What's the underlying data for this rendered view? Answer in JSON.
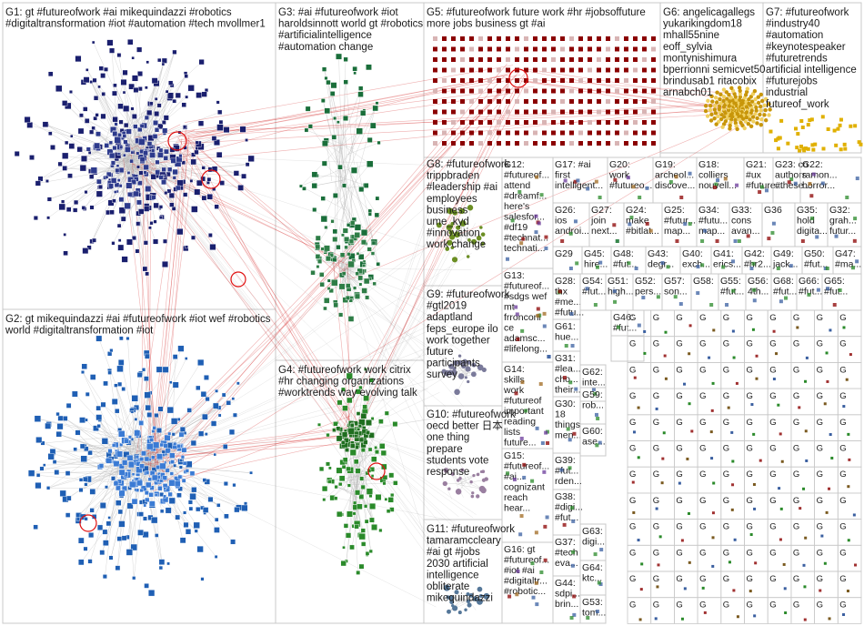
{
  "main_groups": [
    {
      "id": "G1",
      "lines": [
        "G1: gt #futureofwork #ai mikequindazzi #robotics",
        "#digitaltransformation #iot #automation #tech mvollmer1"
      ]
    },
    {
      "id": "G2",
      "lines": [
        "G2: gt mikequindazzi #ai #futureofwork #iot wef #robotics",
        "world #digitaltransformation #iot"
      ]
    },
    {
      "id": "G3",
      "lines": [
        "G3: #ai #futureofwork #iot",
        "haroldsinnott world gt #robotics",
        "#artificialintelligence",
        "#automation change"
      ]
    },
    {
      "id": "G4",
      "lines": [
        "G4: #futureofwork work citrix",
        "#hr changing organizations",
        "#worktrends way evolving talk"
      ]
    },
    {
      "id": "G5",
      "lines": [
        "G5: #futureofwork future work #hr #jobsoffuture",
        "more jobs business gt #ai"
      ]
    },
    {
      "id": "G6",
      "lines": [
        "G6: angelicagallegs",
        "yukarikingdom18",
        "mhall55nine",
        "eoff_sylvia",
        "montynishimura",
        "bperrionni semicvet50",
        "brindusab1 ritacobix",
        "arnabch01"
      ]
    },
    {
      "id": "G7",
      "lines": [
        "G7: #futureofwork",
        "#industry40",
        "#automation",
        "#keynotespeaker",
        "#futuretrends",
        "artificial intelligence",
        "#futurejobs",
        "industrial",
        "futureof_work"
      ]
    },
    {
      "id": "G8",
      "lines": [
        "G8: #futureofwork",
        "trippbraden",
        "#leadership #ai",
        "employees",
        "business",
        "ume_kyd",
        "#innovation",
        "work change"
      ]
    },
    {
      "id": "G9",
      "lines": [
        "G9: #futureofwork",
        "#gtl2019",
        "adaptland",
        "feps_europe ilo",
        "work together",
        "future",
        "participants",
        "survey"
      ]
    },
    {
      "id": "G10",
      "lines": [
        "G10: #futureofwork",
        "oecd better 日本",
        "one thing",
        "prepare",
        "students vote",
        "response"
      ]
    },
    {
      "id": "G11",
      "lines": [
        "G11: #futureofwork",
        "tamaramccleary",
        "#ai gt #jobs",
        "2030 artificial",
        "intelligence",
        "obliterate",
        "mikequindazzi"
      ]
    }
  ],
  "small_groups": [
    {
      "id": "G12",
      "lines": [
        "G12:",
        "#futureof...",
        "attend",
        "#dreamf...",
        "here's",
        "salesfor...",
        "#df19",
        "#technat...",
        "technati..."
      ]
    },
    {
      "id": "G13",
      "lines": [
        "G13:",
        "#futureof...",
        "#sdgs wef",
        "mt",
        "frronconi",
        "ce",
        "adamsc...",
        "#lifelong..."
      ]
    },
    {
      "id": "G14",
      "lines": [
        "G14:",
        "skills",
        "work",
        "#futureof",
        "important",
        "reading",
        "lists",
        "future..."
      ]
    },
    {
      "id": "G15",
      "lines": [
        "G15:",
        "#futureof...",
        "#ai...",
        "cognizant",
        "reach",
        "hear..."
      ]
    },
    {
      "id": "G16",
      "lines": [
        "G16: gt",
        "#futureof...",
        "#iot #ai",
        "#digitaltr...",
        "#robotic..."
      ]
    },
    {
      "id": "G17",
      "lines": [
        "G17: #ai",
        "first",
        "intelligent..."
      ]
    },
    {
      "id": "G18",
      "lines": [
        "G18:",
        "colliers",
        "nouvell..."
      ]
    },
    {
      "id": "G19",
      "lines": [
        "G19:",
        "archeol...",
        "discove..."
      ]
    },
    {
      "id": "G20",
      "lines": [
        "G20:",
        "work",
        "#futureo..."
      ]
    },
    {
      "id": "G21",
      "lines": [
        "G21:",
        "#ux",
        "#future..."
      ]
    },
    {
      "id": "G22",
      "lines": [
        "G22:",
        "ramon...",
        "horror..."
      ]
    },
    {
      "id": "G23",
      "lines": [
        "G23: co",
        "authors",
        "#these..."
      ]
    },
    {
      "id": "G24",
      "lines": [
        "G24:",
        "make",
        "#bitlat..."
      ]
    },
    {
      "id": "G25",
      "lines": [
        "G25:",
        "#futur...",
        "map..."
      ]
    },
    {
      "id": "G26",
      "lines": [
        "G26:",
        "ios",
        "androi..."
      ]
    },
    {
      "id": "G27",
      "lines": [
        "G27:",
        "join",
        "next..."
      ]
    },
    {
      "id": "G28",
      "lines": [
        "G28:",
        "thx",
        "#me...",
        "#futu..."
      ]
    },
    {
      "id": "G29",
      "lines": [
        "G29"
      ]
    },
    {
      "id": "G30",
      "lines": [
        "G30:",
        "18",
        "things",
        "men..."
      ]
    },
    {
      "id": "G31",
      "lines": [
        "G31:",
        "#lea...",
        "cho...",
        "their..."
      ]
    },
    {
      "id": "G32",
      "lines": [
        "G32:",
        "grah...",
        "futur..."
      ]
    },
    {
      "id": "G33",
      "lines": [
        "G33:",
        "cons",
        "avan..."
      ]
    },
    {
      "id": "G34",
      "lines": [
        "G34:",
        "#futu...",
        "map..."
      ]
    },
    {
      "id": "G35",
      "lines": [
        "G35:",
        "hold",
        "digita..."
      ]
    },
    {
      "id": "G36",
      "lines": [
        "G36"
      ]
    },
    {
      "id": "G37",
      "lines": [
        "G37:",
        "#tech",
        "eva..."
      ]
    },
    {
      "id": "G38",
      "lines": [
        "G38:",
        "#digi...",
        "#fut..."
      ]
    },
    {
      "id": "G39",
      "lines": [
        "G39:",
        "#fut...",
        "rden..."
      ]
    },
    {
      "id": "G40",
      "lines": [
        "G40:",
        "exch..."
      ]
    },
    {
      "id": "G41",
      "lines": [
        "G41:",
        "erics..."
      ]
    },
    {
      "id": "G42",
      "lines": [
        "G42:",
        "#hr2..."
      ]
    },
    {
      "id": "G43",
      "lines": [
        "G43:",
        "degr..."
      ]
    },
    {
      "id": "G44",
      "lines": [
        "G44:",
        "sdpi...",
        "brin..."
      ]
    },
    {
      "id": "G45",
      "lines": [
        "G45:",
        "hire..."
      ]
    },
    {
      "id": "G46",
      "lines": [
        "G46:",
        "#fut..."
      ]
    },
    {
      "id": "G47",
      "lines": [
        "G47:",
        "#ma..."
      ]
    },
    {
      "id": "G48",
      "lines": [
        "G48:",
        "#fut..."
      ]
    },
    {
      "id": "G49",
      "lines": [
        "G49:",
        "jack..."
      ]
    },
    {
      "id": "G50",
      "lines": [
        "G50:",
        "#fut..."
      ]
    },
    {
      "id": "G51",
      "lines": [
        "G51:",
        "high..."
      ]
    },
    {
      "id": "G52",
      "lines": [
        "G52:",
        "pers..."
      ]
    },
    {
      "id": "G53",
      "lines": [
        "G53:",
        "tom..."
      ]
    },
    {
      "id": "G54",
      "lines": [
        "G54:",
        "#fut..."
      ]
    },
    {
      "id": "G55",
      "lines": [
        "G55:",
        "#fut..."
      ]
    },
    {
      "id": "G56",
      "lines": [
        "G56:",
        "4th..."
      ]
    },
    {
      "id": "G57",
      "lines": [
        "G57:",
        "son..."
      ]
    },
    {
      "id": "G58",
      "lines": [
        "G58:"
      ]
    },
    {
      "id": "G59",
      "lines": [
        "G59:",
        "rob..."
      ]
    },
    {
      "id": "G60",
      "lines": [
        "G60:",
        "ase..."
      ]
    },
    {
      "id": "G61",
      "lines": [
        "G61:",
        "hue..."
      ]
    },
    {
      "id": "G62",
      "lines": [
        "G62:",
        "inte..."
      ]
    },
    {
      "id": "G63",
      "lines": [
        "G63:",
        "digi..."
      ]
    },
    {
      "id": "G64",
      "lines": [
        "G64:",
        "ktc..."
      ]
    },
    {
      "id": "G65",
      "lines": [
        "G65:",
        "#fut..."
      ]
    },
    {
      "id": "G66",
      "lines": [
        "G66:",
        "#fut..."
      ]
    },
    {
      "id": "G68",
      "lines": [
        "G68:",
        "#fut..."
      ]
    }
  ],
  "colors": {
    "G1": "#1a1f6e",
    "G2": "#1f5fb4",
    "G3": "#1a6e3a",
    "G4": "#2a8a2a",
    "G5": "#8b0000",
    "G6": "#c8960a",
    "G7": "#e0b000",
    "G8": "#6b8e23",
    "G9": "#7a7a9a",
    "G10": "#9a7fa0",
    "G11": "#557799",
    "edge_intra": "#b8b8b8",
    "edge_inter": "#d01a1a",
    "border": "#c8c8c8"
  }
}
